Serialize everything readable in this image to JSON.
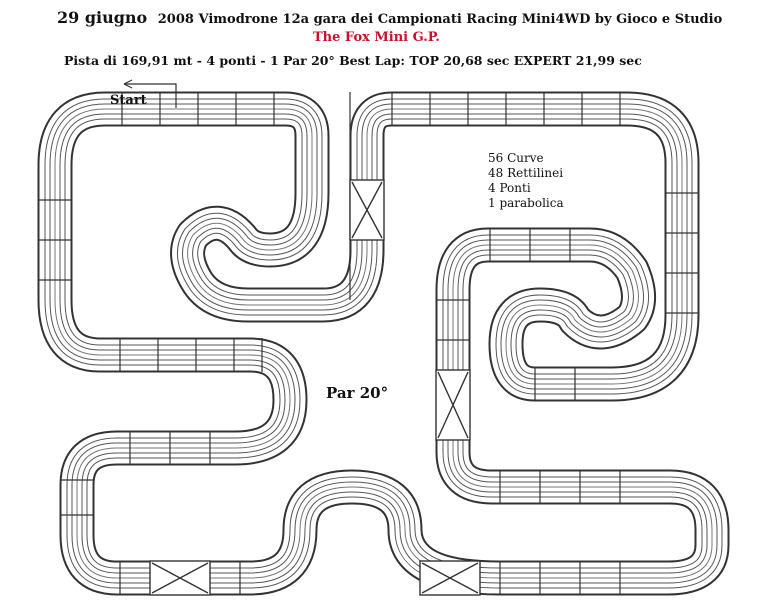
{
  "header": {
    "date": "29 giugno",
    "event": "2008 Vimodrone 12a gara dei Campionati Racing Mini4WD by Gioco e Studio",
    "subtitle": "The Fox Mini G.P.",
    "track_info": "Pista di 169,91 mt - 4 ponti - 1 Par 20°  Best Lap:  TOP 20,68 sec  EXPERT 21,99 sec"
  },
  "diagram": {
    "start_label": "Start",
    "par_label": "Par 20°",
    "stats": [
      "56 Curve",
      "48 Rettilinei",
      "4 Ponti",
      "1 parabolica"
    ]
  },
  "colors": {
    "text": "#111111",
    "subtitle": "#c8102e",
    "track_stroke": "#333333",
    "track_fill": "#ffffff"
  }
}
